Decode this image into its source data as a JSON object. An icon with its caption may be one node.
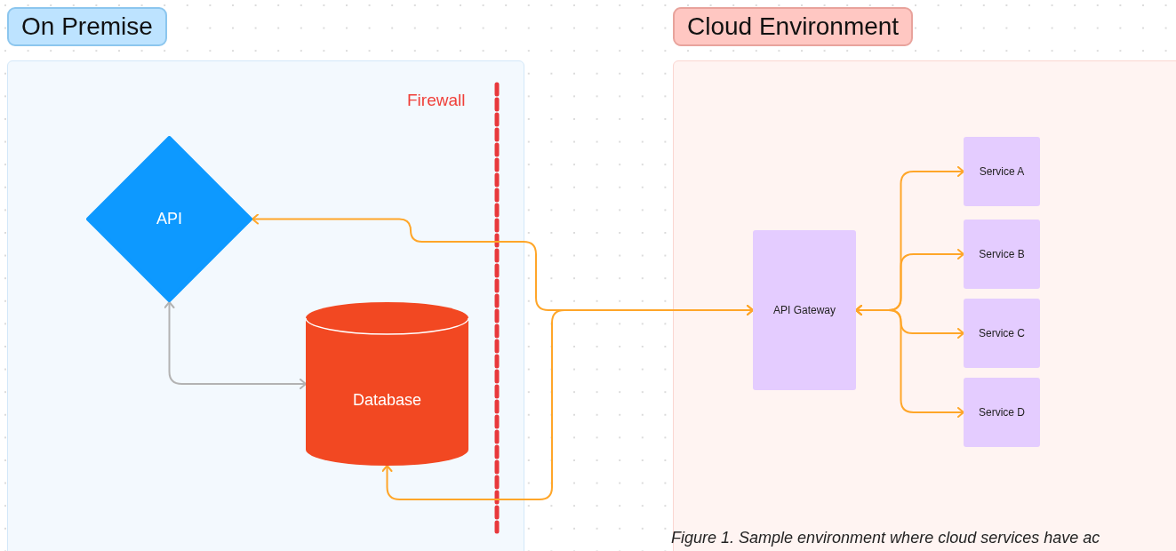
{
  "diagram": {
    "caption": "Figure 1. Sample environment where cloud services have ac",
    "nodes": [
      {
        "text": [
          "On Premise"
        ]
      },
      {
        "text": [
          "Cloud Environment"
        ]
      },
      {
        "text": [
          "API"
        ],
        "in": 0
      },
      {
        "text": [
          "Database"
        ],
        "in": 0
      },
      {
        "text": [
          "API Gateway"
        ],
        "in": 1
      },
      {
        "text": [
          "Service A"
        ],
        "in": 1
      },
      {
        "text": [
          "Service B"
        ],
        "in": 1
      },
      {
        "text": [
          "Service C"
        ],
        "in": 1
      },
      {
        "text": [
          "Service D"
        ],
        "in": 1
      }
    ],
    "edges": [
      {
        "from": 4,
        "to": 2,
        "arrow": "both"
      },
      {
        "from": 4,
        "to": 3,
        "arrow": "both"
      },
      {
        "from": 2,
        "to": 3,
        "arrow": "both",
        "color": "#b3b3b3"
      },
      {
        "from": 4,
        "to": 5,
        "arrow": "both"
      },
      {
        "from": 4,
        "to": 6,
        "arrow": "both"
      },
      {
        "from": 4,
        "to": 7,
        "arrow": "both"
      },
      {
        "from": 4,
        "to": 8,
        "arrow": "both"
      }
    ],
    "labels": [
      "Firewall"
    ]
  }
}
